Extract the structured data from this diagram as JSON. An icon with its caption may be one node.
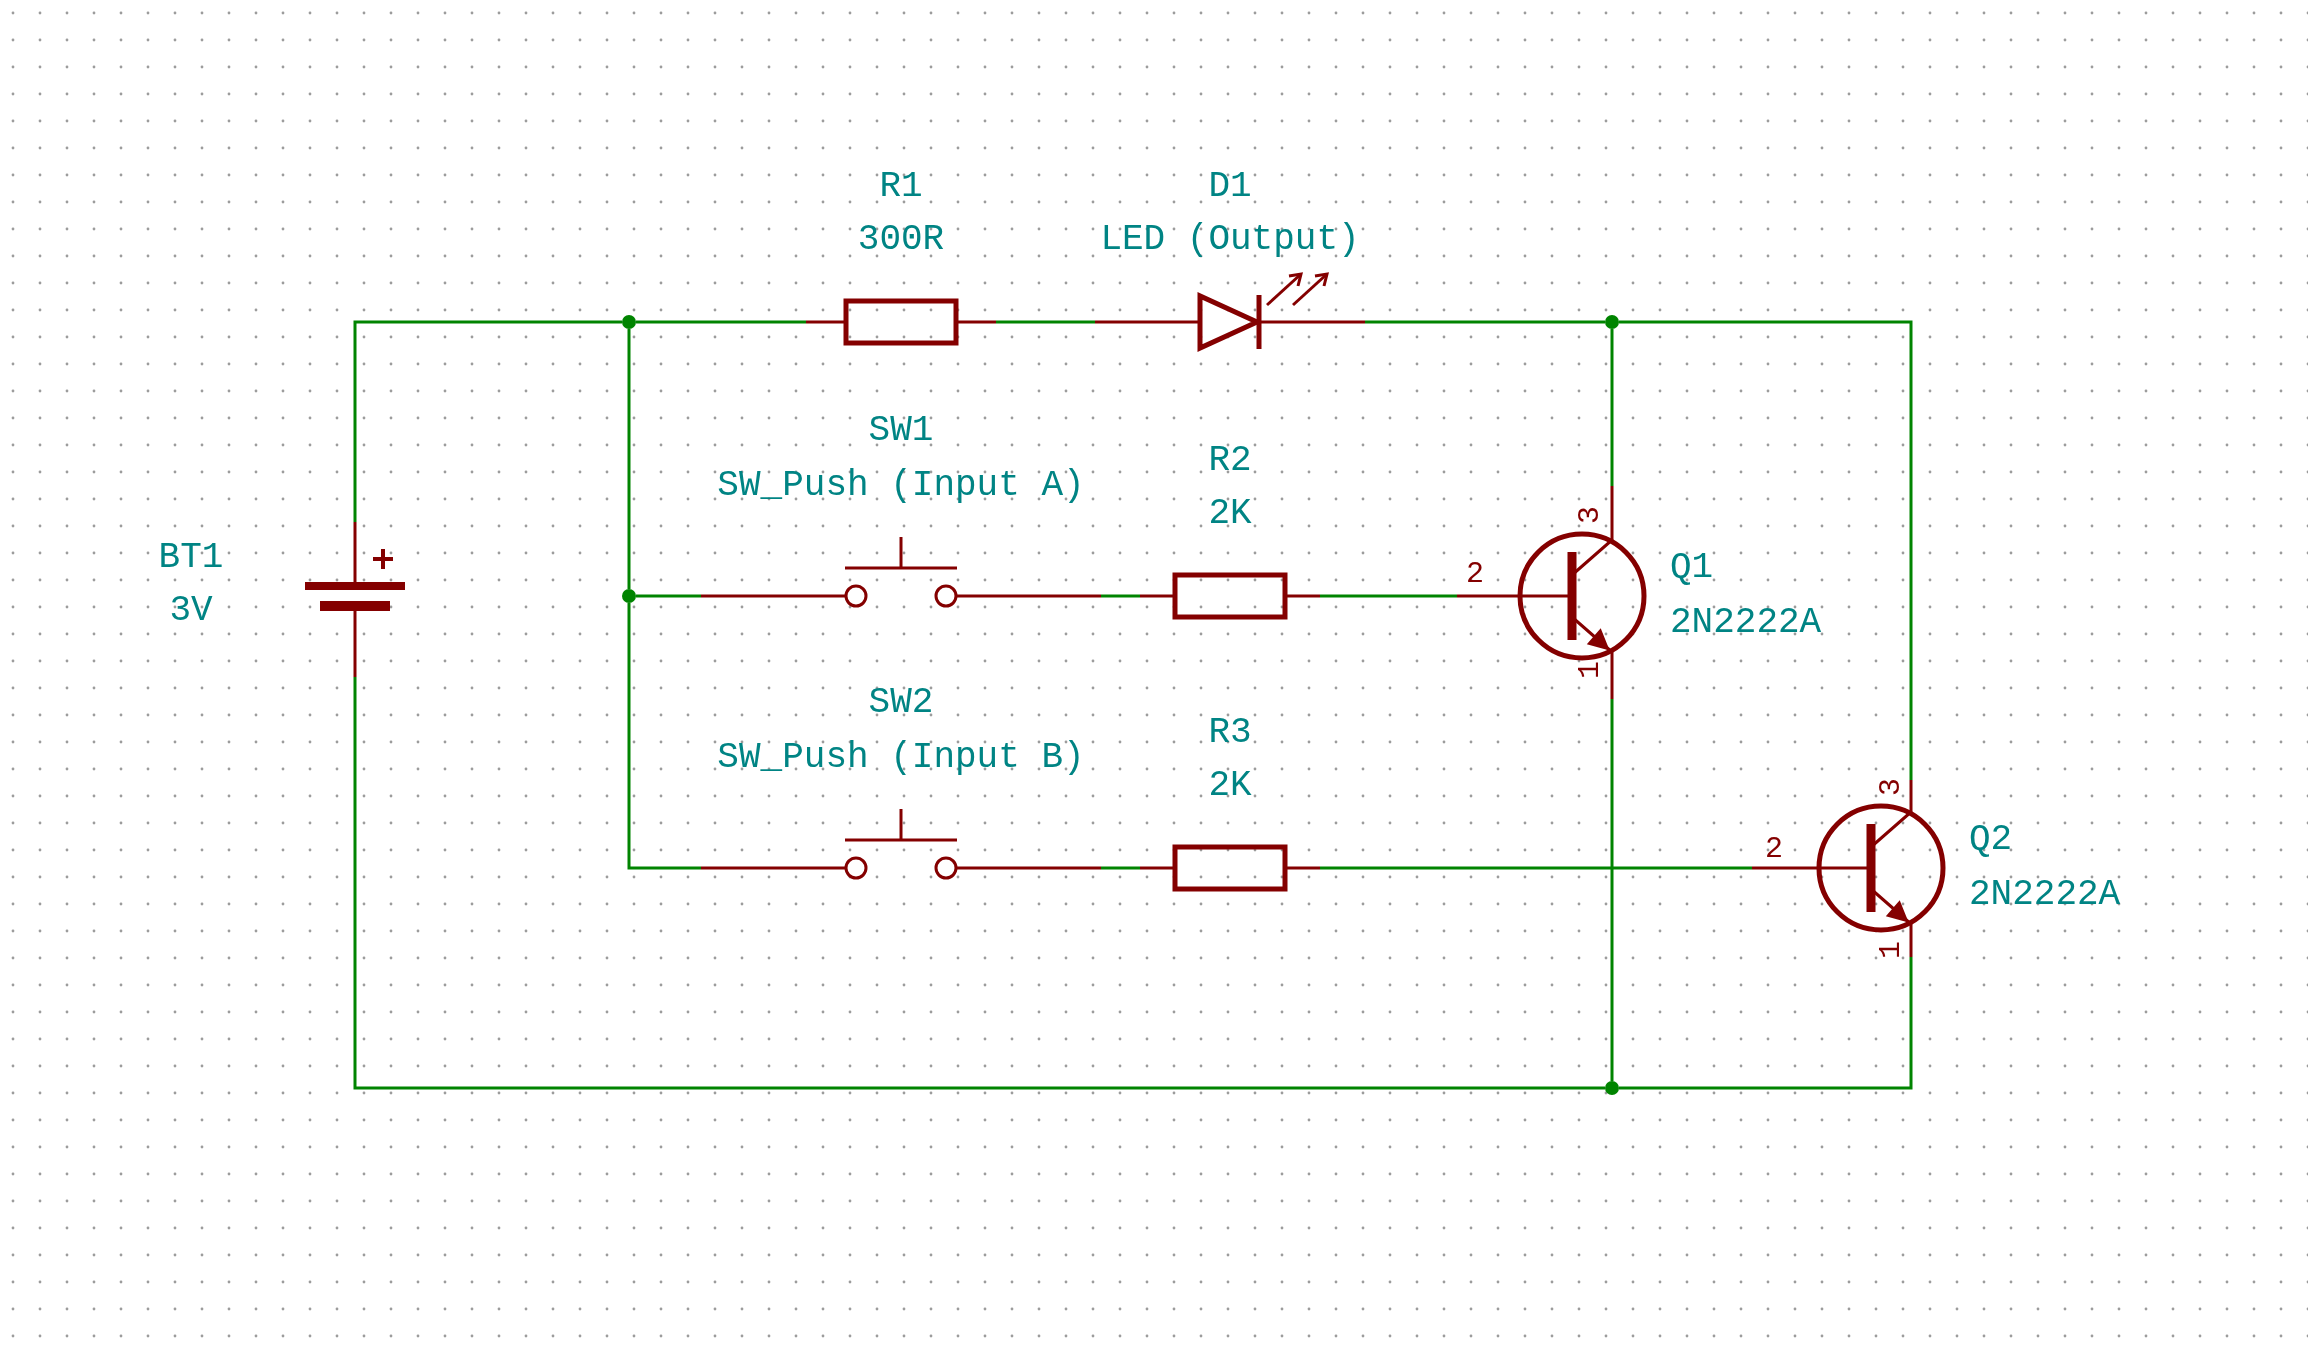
{
  "diagram": {
    "nodes": [
      {
        "text": [
          "BT1",
          "3V"
        ]
      },
      {
        "text": [
          "R1",
          "300R"
        ]
      },
      {
        "text": [
          "D1",
          "LED (Output)"
        ]
      },
      {
        "text": [
          "SW1",
          "SW_Push (Input A)"
        ]
      },
      {
        "text": [
          "R2",
          "2K"
        ]
      },
      {
        "text": [
          "Q1",
          "2N2222A"
        ]
      },
      {
        "text": [
          "SW2",
          "SW_Push (Input B)"
        ]
      },
      {
        "text": [
          "R3",
          "2K"
        ]
      },
      {
        "text": [
          "Q2",
          "2N2222A"
        ]
      },
      {
        "text": [],
        "shape": "circle"
      },
      {
        "text": [],
        "shape": "circle"
      },
      {
        "text": [],
        "shape": "circle"
      },
      {
        "text": [],
        "shape": "circle"
      }
    ],
    "edges": [
      {
        "from": 0,
        "to": 9,
        "arrow": "none"
      },
      {
        "from": 9,
        "to": 1,
        "arrow": "none"
      },
      {
        "from": 1,
        "to": 2,
        "arrow": "none"
      },
      {
        "from": 2,
        "to": 11,
        "arrow": "none"
      },
      {
        "from": 11,
        "to": 5,
        "arrow": "none"
      },
      {
        "from": 11,
        "to": 8,
        "arrow": "none"
      },
      {
        "from": 9,
        "to": 10,
        "arrow": "none"
      },
      {
        "from": 10,
        "to": 3,
        "arrow": "none"
      },
      {
        "from": 3,
        "to": 4,
        "arrow": "none"
      },
      {
        "from": 4,
        "to": 5,
        "arrow": "none"
      },
      {
        "from": 10,
        "to": 6,
        "arrow": "none"
      },
      {
        "from": 6,
        "to": 7,
        "arrow": "none"
      },
      {
        "from": 7,
        "to": 8,
        "arrow": "none"
      },
      {
        "from": 5,
        "to": 12,
        "arrow": "none"
      },
      {
        "from": 8,
        "to": 12,
        "arrow": "none"
      },
      {
        "from": 0,
        "to": 12,
        "arrow": "none"
      }
    ],
    "labels": [
      "3",
      "2",
      "1",
      "3",
      "2",
      "1"
    ]
  }
}
